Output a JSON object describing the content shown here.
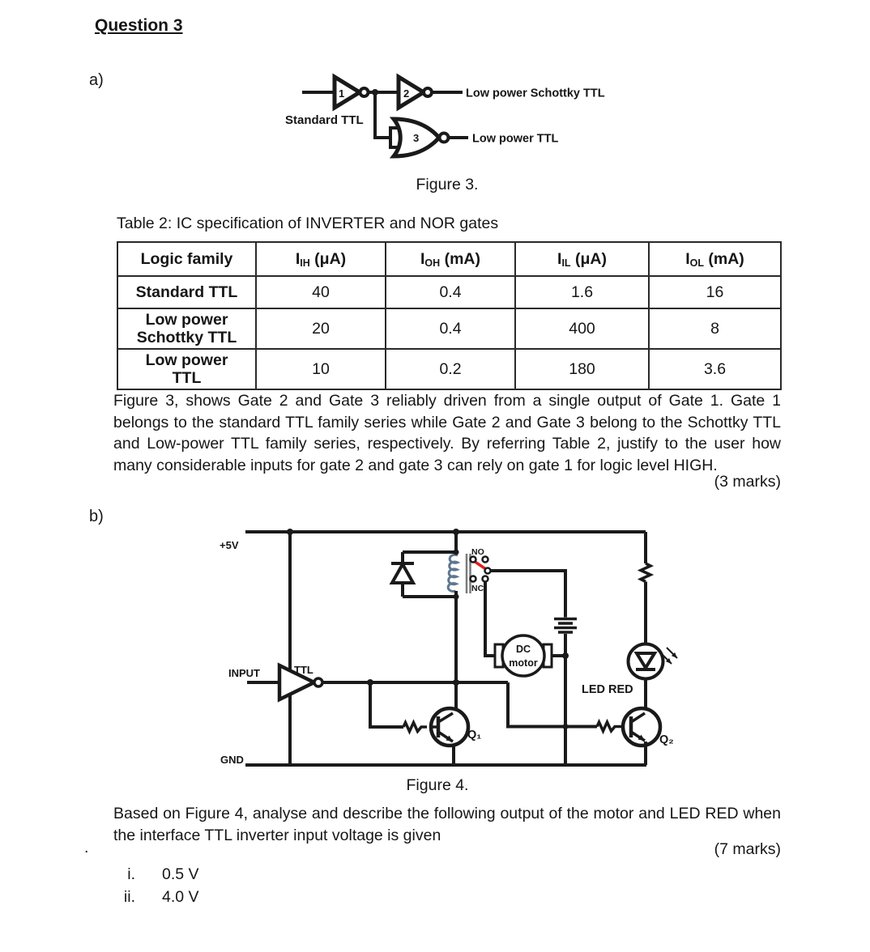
{
  "page": {
    "title": "Question 3",
    "part_a": "a)",
    "part_b": "b)"
  },
  "figure3": {
    "caption": "Figure 3.",
    "gate1": "1",
    "gate2": "2",
    "gate3": "3",
    "input_family": "Standard TTL",
    "gate2_family": "Low power Schottky TTL",
    "gate3_family": "Low power TTL"
  },
  "table2": {
    "title": "Table 2: IC specification of INVERTER and NOR gates",
    "headers": [
      {
        "base": "Logic family",
        "sub": "",
        "unit": ""
      },
      {
        "base": "I",
        "sub": "IH",
        "unit": " (μA)"
      },
      {
        "base": "I",
        "sub": "OH",
        "unit": " (mA)"
      },
      {
        "base": "I",
        "sub": "IL",
        "unit": " (μA)"
      },
      {
        "base": "I",
        "sub": "OL",
        "unit": " (mA)"
      }
    ],
    "rows": [
      {
        "family": "Standard TTL",
        "iih": "40",
        "ioh": "0.4",
        "iil": "1.6",
        "iol": "16"
      },
      {
        "family": "Low power\nSchottky TTL",
        "iih": "20",
        "ioh": "0.4",
        "iil": "400",
        "iol": "8"
      },
      {
        "family": "Low power\nTTL",
        "iih": "10",
        "ioh": "0.2",
        "iil": "180",
        "iol": "3.6"
      }
    ]
  },
  "question_a": {
    "text": "Figure 3, shows Gate 2 and Gate 3 reliably driven from a single output of Gate 1. Gate 1 belongs to the standard TTL family series while Gate 2 and Gate 3 belong to the Schottky TTL and Low-power TTL family series, respectively. By referring Table 2, justify to the user how many considerable inputs for gate 2 and gate 3 can rely on gate 1 for logic level HIGH.",
    "marks": "(3 marks)"
  },
  "figure4": {
    "caption": "Figure 4.",
    "vcc": "+5V",
    "gnd": "GND",
    "input": "INPUT",
    "ttl": "TTL",
    "relay_no": "NO",
    "relay_nc": "NC",
    "motor_line1": "DC",
    "motor_line2": "motor",
    "led": "LED RED",
    "q1": "Q₁",
    "q2": "Q₂"
  },
  "question_b": {
    "text": "Based on Figure 4, analyse and describe the following output of the motor and LED RED when the interface TTL inverter input voltage is given",
    "marks": "(7 marks)",
    "stray_dot": ".",
    "items": [
      {
        "num": "i.",
        "value": "0.5 V"
      },
      {
        "num": "ii.",
        "value": "4.0 V"
      }
    ]
  },
  "colors": {
    "ink": "#1a1a1a",
    "relay_armature": "#e02020",
    "relay_coil": "#5f7790"
  }
}
